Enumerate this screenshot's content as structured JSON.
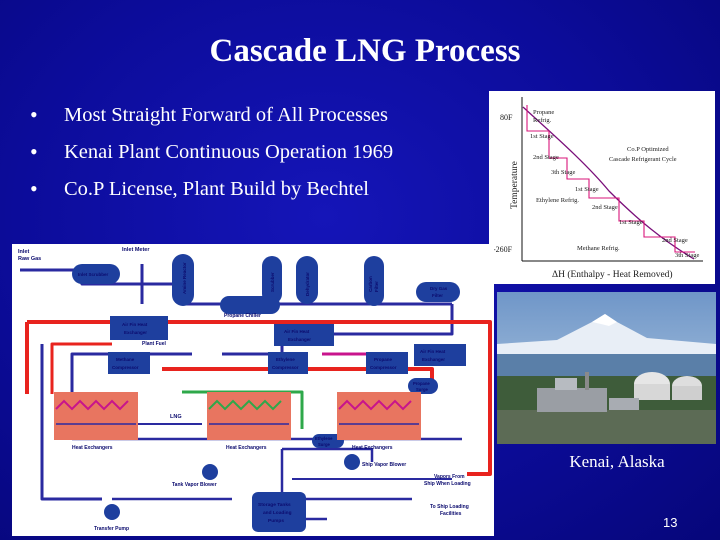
{
  "slide": {
    "title": "Cascade LNG Process",
    "bullets": [
      "Most Straight Forward of All Processes",
      "Kenai Plant Continuous Operation 1969",
      "Co.P License, Plant Build by Bechtel"
    ],
    "caption": "Kenai, Alaska",
    "page_number": "13"
  },
  "cascade_chart": {
    "y_axis_label": "Temperature",
    "y_top_label": "80F",
    "y_bottom_label": "-260F",
    "x_axis_label": "ΔH (Enthalpy - Heat Removed)",
    "legend": [
      "Co.P Optimized",
      "Cascade Refrigerant Cycle"
    ],
    "propane_label": [
      "Propane",
      "Refrig."
    ],
    "propane_stage1": "1st Stage",
    "propane_stage2": "2nd Stage",
    "propane_stage3": "3th Stage",
    "ethylene_stage1": "1st Stage",
    "ethylene_label": "Ethylene Refrig.",
    "ethylene_stage2": "2nd Stage",
    "methane_stage1": "1st Stage",
    "methane_label": "Methane Refrig.",
    "methane_stage2": "2nd Stage",
    "methane_stage3": "3th Stage",
    "curve_color": "#7a0f7a",
    "stair_color": "#d8147a"
  },
  "process_diagram": {
    "labels": {
      "inlet_raw_gas": [
        "Inlet",
        "Raw Gas"
      ],
      "inlet_meter": "Inlet Meter",
      "inlet_scrubber": "Inlet Scrubber",
      "amine_reactor": "Amine Reactor",
      "scrubber": "Scrubber",
      "dehydrator": "Dehydrator",
      "carbon_filter": [
        "Carbon",
        "Filter"
      ],
      "dry_gas_filter": [
        "Dry Gas",
        "Filter"
      ],
      "propane_chiller": "Propane Chiller",
      "air_fin_heat_exchanger_1": [
        "Air Fin Heat",
        "Exchanger"
      ],
      "air_fin_heat_exchanger_2": [
        "Air Fin Heat",
        "Exchanger"
      ],
      "air_fin_heat_exchanger_3": [
        "Air Fin Heat",
        "Exchanger"
      ],
      "plant_fuel": "Plant Fuel",
      "methane_compressor": [
        "Methane",
        "Compressor"
      ],
      "ethylene_compressor": [
        "Ethylene",
        "Compressor"
      ],
      "propane_compressor": [
        "Propane",
        "Compressor"
      ],
      "propane_surge": [
        "Propane",
        "Surge"
      ],
      "lng": "LNG",
      "heat_exchangers_1": "Heat Exchangers",
      "heat_exchangers_2": "Heat Exchangers",
      "heat_exchangers_3": "Heat Exchangers",
      "ethylene_surge": [
        "Ethylene",
        "Surge"
      ],
      "ship_vapor_blower": "Ship Vapor Blower",
      "tank_vapor_blower": "Tank Vapor Blower",
      "vapors_from_ship": [
        "Vapors From",
        "Ship When Loading"
      ],
      "storage_tanks": [
        "Storage Tanks",
        "and Loading",
        "Pumps"
      ],
      "to_ship_loading": [
        "To Ship Loading",
        "Facilities"
      ],
      "transfer_pump": "Transfer Pump"
    },
    "colors": {
      "vessel": "#1e3f9e",
      "hot_line": "#e8231e",
      "gas_line": "#2a2aa0",
      "green_line": "#2ea84a",
      "magenta_line": "#c8148c",
      "exchanger": "#e87560"
    }
  }
}
